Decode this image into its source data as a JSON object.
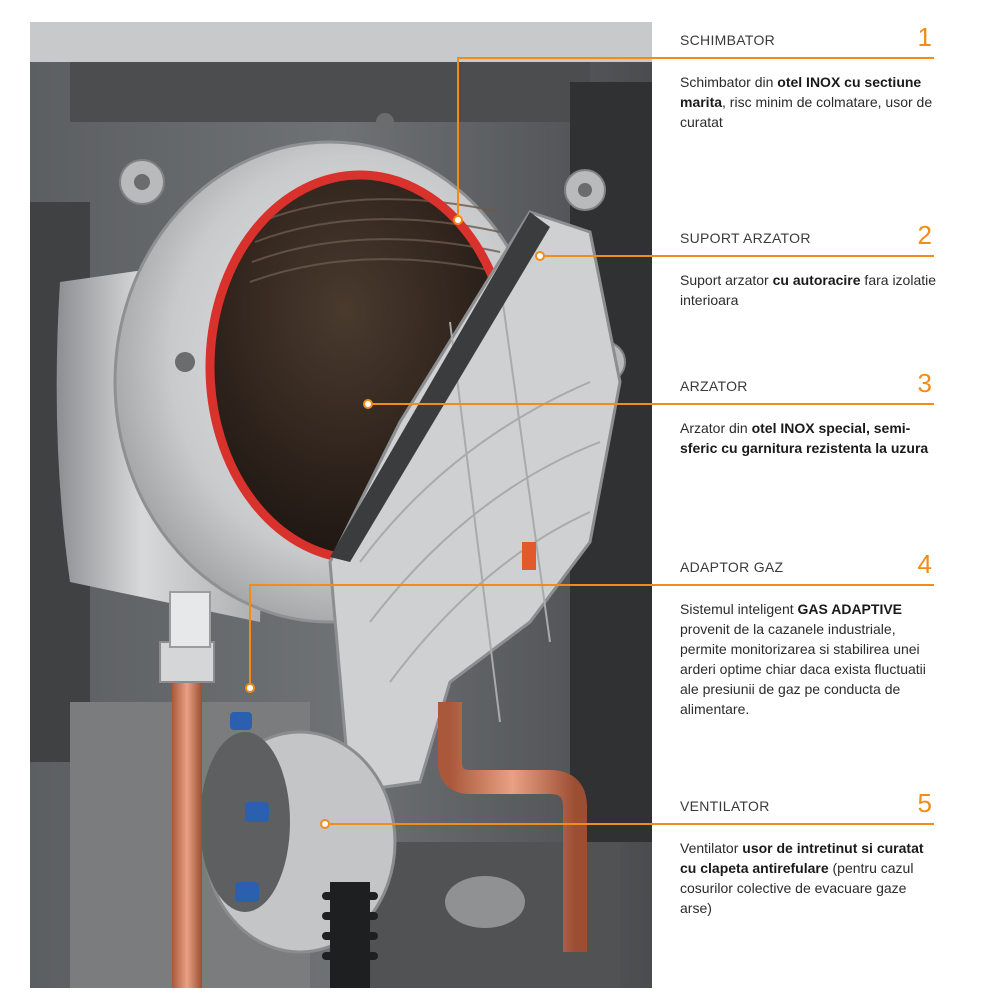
{
  "colors": {
    "accent": "#f08c1a",
    "gasket": "#d9312b"
  },
  "callouts": [
    {
      "title": "SCHIMBATOR",
      "number": "1",
      "desc": [
        {
          "text": "Schimbator din ",
          "bold": false
        },
        {
          "text": "otel INOX cu sectiune marita",
          "bold": true
        },
        {
          "text": ", risc minim de colmatare, usor de curatat",
          "bold": false
        }
      ]
    },
    {
      "title": "SUPORT ARZATOR",
      "number": "2",
      "desc": [
        {
          "text": "Suport arzator ",
          "bold": false
        },
        {
          "text": "cu autoracire",
          "bold": true
        },
        {
          "text": " fara izolatie interioara",
          "bold": false
        }
      ]
    },
    {
      "title": "ARZATOR",
      "number": "3",
      "desc": [
        {
          "text": "Arzator din ",
          "bold": false
        },
        {
          "text": "otel INOX special, semi-sferic cu garnitura rezistenta la uzura",
          "bold": true
        }
      ]
    },
    {
      "title": "ADAPTOR GAZ",
      "number": "4",
      "desc": [
        {
          "text": "Sistemul inteligent ",
          "bold": false
        },
        {
          "text": "GAS ADAPTIVE",
          "bold": true
        },
        {
          "text": " provenit de la  cazanele industriale, permite monitorizarea si stabilirea unei arderi optime  chiar daca exista fluctuatii ale presiunii de gaz pe conducta de alimentare.",
          "bold": false
        }
      ]
    },
    {
      "title": "VENTILATOR",
      "number": "5",
      "desc": [
        {
          "text": "Ventilator ",
          "bold": false
        },
        {
          "text": "usor de intretinut si curatat cu clapeta antirefulare",
          "bold": true
        },
        {
          "text": " (pentru cazul cosurilor colective de evacuare gaze arse)",
          "bold": false
        }
      ]
    }
  ]
}
